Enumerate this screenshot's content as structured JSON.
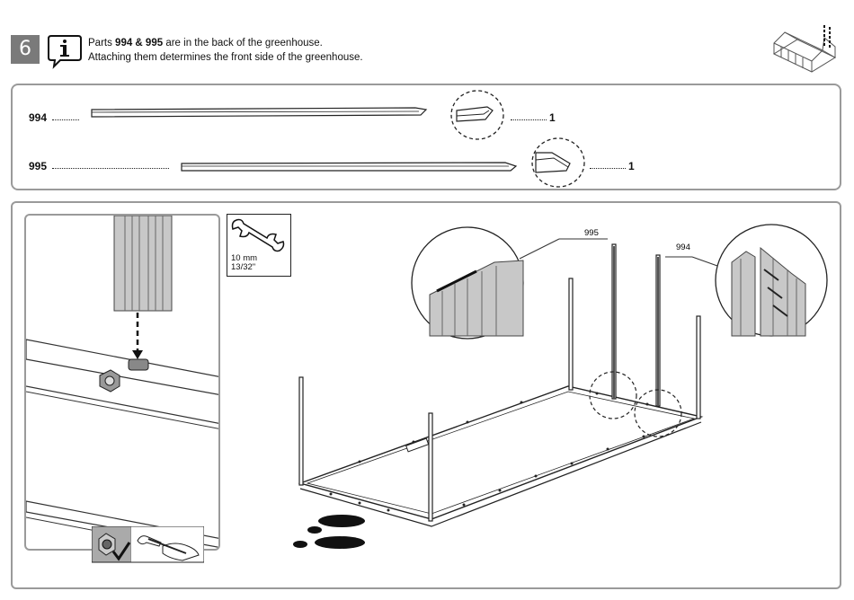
{
  "header": {
    "step_number": "6",
    "line1_prefix": "Parts ",
    "line1_bold": "994 & 995",
    "line1_suffix": " are in the back of the greenhouse.",
    "line2": "Attaching them determines the front side of the greenhouse."
  },
  "parts": [
    {
      "id": "994",
      "qty": "1"
    },
    {
      "id": "995",
      "qty": "1"
    }
  ],
  "tool": {
    "size_metric": "10 mm",
    "size_imperial": "13/32\""
  },
  "callouts": {
    "left": "995",
    "right": "994"
  },
  "icons": [
    "info-icon",
    "greenhouse-icon",
    "wrench-icon",
    "hand-wrench-icon",
    "checkmark-icon"
  ],
  "colors": {
    "frame_border": "#9a9a9a",
    "step_badge": "#7a7a7a",
    "panel_fill": "#c8c8c8"
  }
}
